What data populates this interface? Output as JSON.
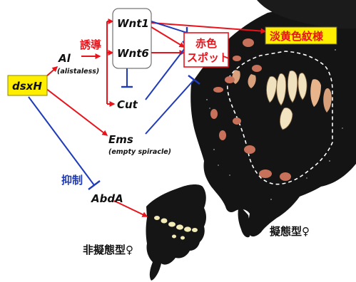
{
  "colors": {
    "activation": "#e8141c",
    "repression": "#1f3bb8",
    "highlight_box": "#ffee00",
    "spot_box_border": "#e8141c",
    "pale_yellow_label_box": "#ffee00"
  },
  "nodes": {
    "dsxH": "dsxH",
    "Al": "Al",
    "Al_full": "(alistaless)",
    "Wnt1": "Wnt1",
    "Wnt6": "Wnt6",
    "Cut": "Cut",
    "Ems": "Ems",
    "Ems_full": "(empty spiracle)",
    "AbdA": "AbdA"
  },
  "labels": {
    "induction": "誘導",
    "suppression": "抑制",
    "red_spot_line1": "赤色",
    "red_spot_line2": "スポット",
    "pale_yellow_pattern": "淡黄色紋様",
    "non_mimetic_female": "非擬態型♀",
    "mimetic_female": "擬態型♀"
  }
}
